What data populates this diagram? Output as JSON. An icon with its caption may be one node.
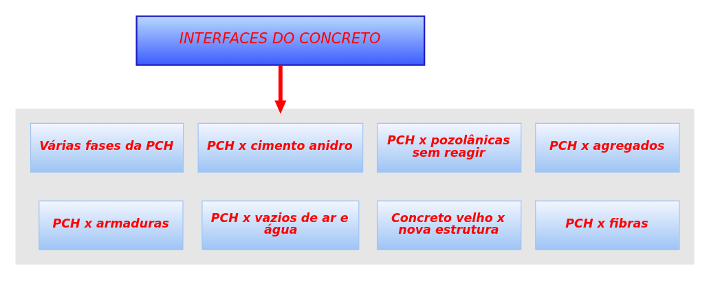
{
  "diagram": {
    "nodes": [
      {
        "text": [
          "INTERFACES DO CONCRETO"
        ]
      },
      {
        "text": [],
        "shape": "box"
      },
      {
        "text": [
          "Várias fases da PCH"
        ],
        "in": 1
      },
      {
        "text": [
          "PCH x cimento anidro"
        ],
        "in": 1
      },
      {
        "text": [
          "PCH x pozolânicas sem reagir"
        ],
        "in": 1
      },
      {
        "text": [
          "PCH x agregados"
        ],
        "in": 1
      },
      {
        "text": [
          "PCH x armaduras"
        ],
        "in": 1
      },
      {
        "text": [
          "PCH x vazios de ar e água"
        ],
        "in": 1
      },
      {
        "text": [
          "Concreto velho x nova estrutura"
        ],
        "in": 1
      },
      {
        "text": [
          "PCH x fibras"
        ],
        "in": 1
      }
    ],
    "edges": [
      {
        "from": 0,
        "to": 1,
        "arrow": "to",
        "color": "#ff0000"
      }
    ]
  }
}
